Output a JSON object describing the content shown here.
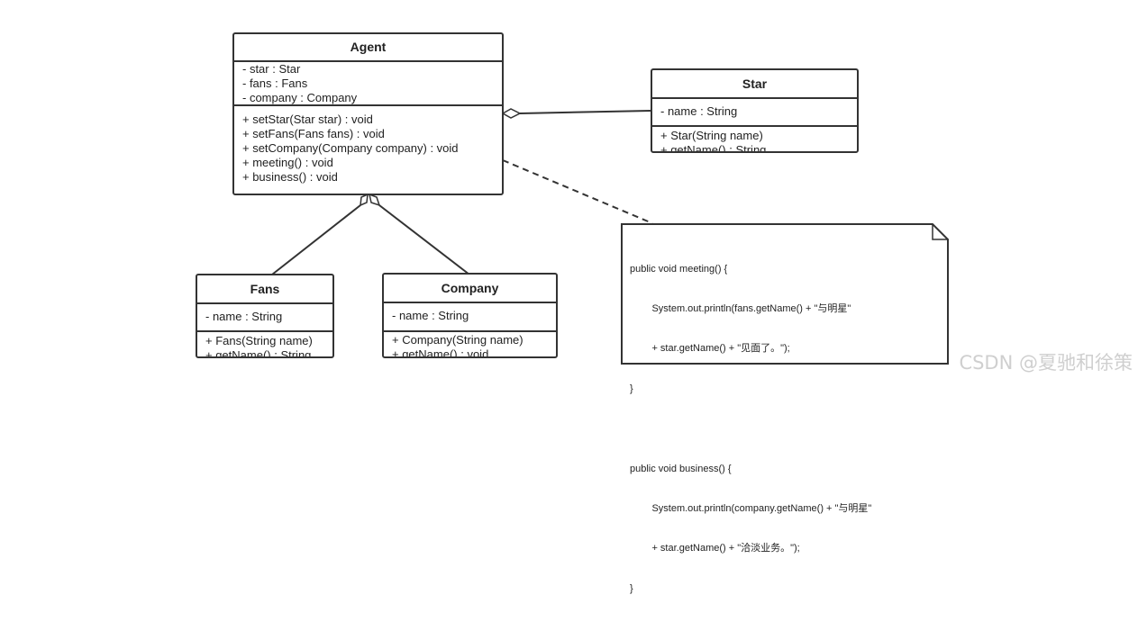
{
  "classes": {
    "agent": {
      "name": "Agent",
      "attributes": [
        "- star : Star",
        "- fans : Fans",
        "- company : Company"
      ],
      "methods": [
        "+ setStar(Star star) : void",
        "+ setFans(Fans fans) : void",
        "+ setCompany(Company company) : void",
        "+ meeting() : void",
        "+ business() : void"
      ]
    },
    "star": {
      "name": "Star",
      "attributes": [
        "- name : String"
      ],
      "methods": [
        "+ Star(String name)",
        "+ getName() : String"
      ]
    },
    "fans": {
      "name": "Fans",
      "attributes": [
        "- name : String"
      ],
      "methods": [
        "+ Fans(String name)",
        "+ getName() : String"
      ]
    },
    "company": {
      "name": "Company",
      "attributes": [
        "- name : String"
      ],
      "methods": [
        "+ Company(String name)",
        "+ getName() : void"
      ]
    }
  },
  "note": {
    "lines": [
      "public void meeting() {",
      "        System.out.println(fans.getName() + \"与明星\"",
      "        + star.getName() + \"见面了。\");",
      "}",
      "",
      "public void business() {",
      "        System.out.println(company.getName() + \"与明星\"",
      "        + star.getName() + \"洽淡业务。\");",
      "}"
    ]
  },
  "watermark": "CSDN @夏驰和徐策",
  "colors": {
    "line": "#333333",
    "background": "#ffffff"
  }
}
